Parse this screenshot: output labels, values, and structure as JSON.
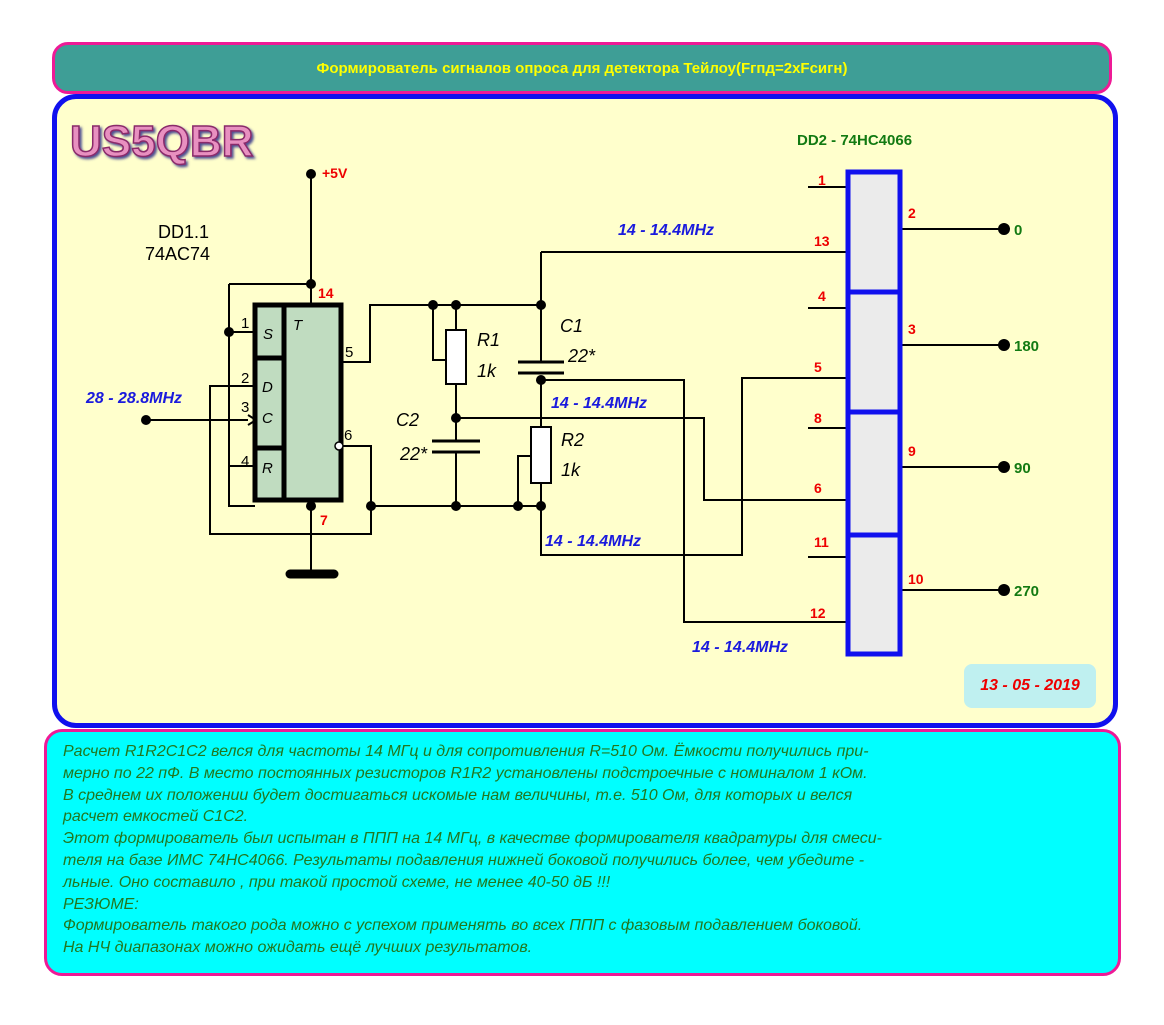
{
  "title": "Формирователь сигналов опроса для детектора Тейлоу(Fгпд=2xFсигн)",
  "logo": "US5QBR",
  "date": "13 - 05 - 2019",
  "power": "+5V",
  "dd1": {
    "name": "DD1.1",
    "type": "74AC74",
    "input_freq": "28 - 28.8MHz",
    "pins": {
      "vcc": "14",
      "gnd": "7",
      "s": "1",
      "d": "2",
      "c": "3",
      "r": "4",
      "q": "5",
      "qn": "6"
    },
    "labels": {
      "s": "S",
      "d": "D",
      "c": "C",
      "r": "R",
      "t": "T"
    }
  },
  "components": {
    "r1_name": "R1",
    "r1_value": "1k",
    "r2_name": "R2",
    "r2_value": "1k",
    "c1_name": "C1",
    "c1_value": "22*",
    "c2_name": "C2",
    "c2_value": "22*"
  },
  "freq_labels": [
    "14 - 14.4MHz",
    "14 - 14.4MHz",
    "14 - 14.4MHz",
    "14 - 14.4MHz"
  ],
  "dd2": {
    "title": "DD2 - 74HC4066",
    "sections": [
      {
        "in_a": "1",
        "in_b": "13",
        "out": "2",
        "phase": "0"
      },
      {
        "in_a": "4",
        "in_b": "5",
        "out": "3",
        "phase": "180"
      },
      {
        "in_a": "8",
        "in_b": "6",
        "out": "9",
        "phase": "90"
      },
      {
        "in_a": "11",
        "in_b": "12",
        "out": "10",
        "phase": "270"
      }
    ]
  },
  "notes": {
    "lines": [
      "Расчет R1R2C1C2 велся для частоты 14 МГц и для сопротивления R=510 Ом. Ёмкости получились при-",
      "мерно по 22 пФ. В место постоянных резисторов R1R2 установлены подстроечные с номиналом 1 кОм.",
      "В среднем их положении будет достигаться искомые нам величины, т.е. 510 Ом, для которых и велся",
      "расчет емкостей С1С2.",
      "Этот формирователь был испытан в ППП на 14 МГц, в качестве формирователя квадратуры для смеси-",
      "теля на базе ИМС 74НС4066. Результаты подавления нижней боковой получились более, чем убедите -",
      "льные. Оно составило , при такой простой схеме, не менее 40-50 дБ !!!",
      "РЕЗЮМЕ:",
      "Формирователь такого рода можно с успехом применять во всех ППП с фазовым подавлением боковой.",
      "На НЧ диапазонах можно ожидать ещё лучших результатов."
    ]
  }
}
